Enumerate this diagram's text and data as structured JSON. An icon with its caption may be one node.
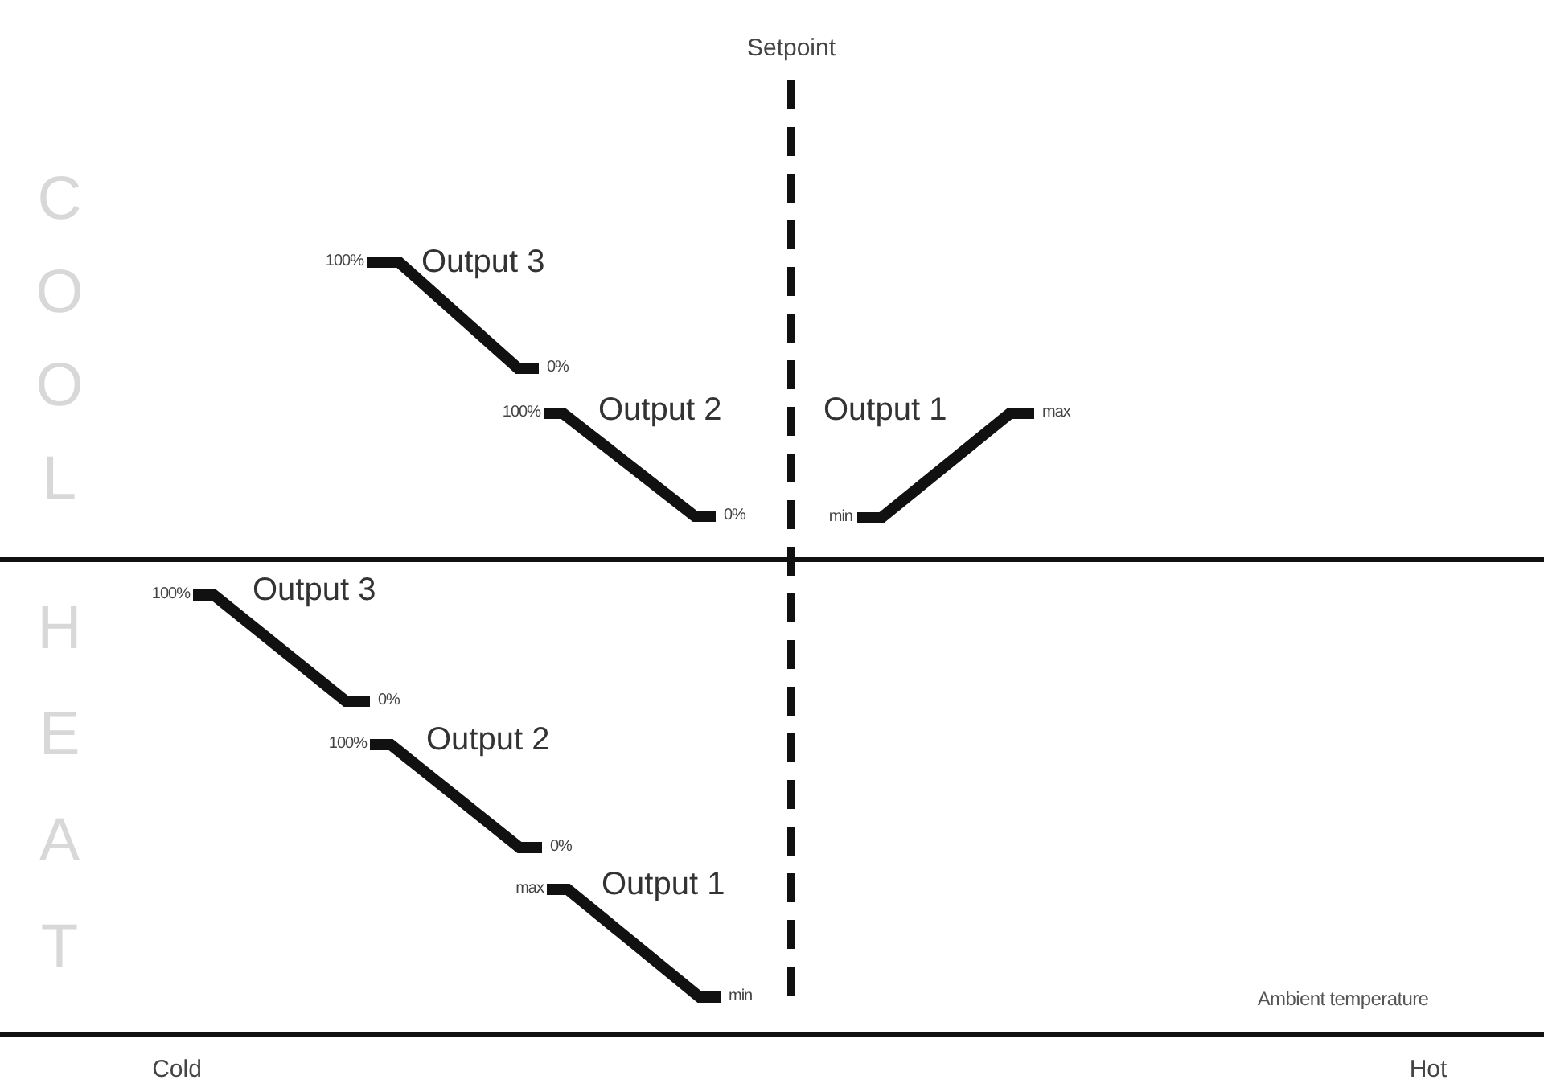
{
  "diagram": {
    "labels": [
      "Setpoint",
      "COOL",
      "100%",
      "Output 3",
      "0%",
      "100%",
      "Output 2",
      "Output 1",
      "max",
      "0%",
      "min",
      "HEAT",
      "100%",
      "Output 3",
      "0%",
      "100%",
      "Output 2",
      "0%",
      "max",
      "Output 1",
      "min",
      "Ambient temperature",
      "Cold",
      "Hot"
    ]
  }
}
